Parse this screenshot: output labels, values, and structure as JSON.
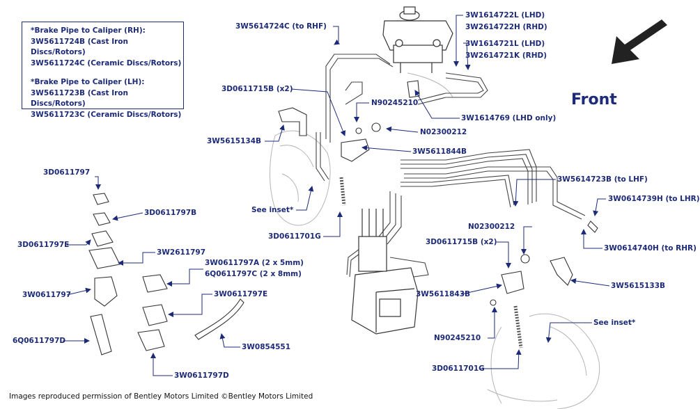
{
  "notes": {
    "rh_title": "*Brake Pipe to Caliper (RH):",
    "rh_line1": "3W5611724B (Cast Iron Discs/Rotors)",
    "rh_line2": "3W5611724C (Ceramic Discs/Rotors)",
    "lh_title": "*Brake Pipe to Caliper (LH):",
    "lh_line1": "3W5611723B (Cast Iron Discs/Rotors)",
    "lh_line2": "3W5611723C (Ceramic Discs/Rotors)"
  },
  "front_label": "Front",
  "credit": "Images reproduced permission of Bentley Motors Limited ©Bentley Motors Limited",
  "callouts": {
    "l_3w5614724c": "3W5614724C (to RHF)",
    "l_3w1614722l": "3W1614722L (LHD)",
    "l_3w2614722h": "3W2614722H (RHD)",
    "l_3w1614721l": "3W1614721L (LHD)",
    "l_3w2614721k": "3W2614721K (RHD)",
    "l_3d0611715b_top": "3D0611715B (x2)",
    "l_n90245210_top": "N90245210",
    "l_3w1614769": "3W1614769 (LHD only)",
    "l_n02300212_top": "N02300212",
    "l_3w5615134b": "3W5615134B",
    "l_3w5611844b": "3W5611844B",
    "l_see_inset_top": "See inset*",
    "l_3d0611701g_top": "3D0611701G",
    "l_3w5614723b": "3W5614723B (to LHF)",
    "l_3w0614739h": "3W0614739H (to LHR)",
    "l_n02300212_bot": "N02300212",
    "l_3d0611715b_bot": "3D0611715B (x2)",
    "l_3w0614740h": "3W0614740H (to RHR)",
    "l_3w5615133b": "3W5615133B",
    "l_3w5611843b": "3W5611843B",
    "l_see_inset_bot": "See inset*",
    "l_n90245210_bot": "N90245210",
    "l_3d0611701g_bot": "3D0611701G",
    "l_3d0611797": "3D0611797",
    "l_3d0611797b": "3D0611797B",
    "l_3d0611797e": "3D0611797E",
    "l_3w2611797": "3W2611797",
    "l_3w0611797a": "3W0611797A (2 x 5mm)",
    "l_6q0611797c": "6Q0611797C (2 x 8mm)",
    "l_3w0611797": "3W0611797",
    "l_3w0611797e": "3W0611797E",
    "l_6q0611797d": "6Q0611797D",
    "l_3w0854551": "3W0854551",
    "l_3w0611797d": "3W0611797D"
  },
  "colors": {
    "label": "#1c2a78",
    "line": "#3a3a3a",
    "arrow": "#1c2a78"
  }
}
